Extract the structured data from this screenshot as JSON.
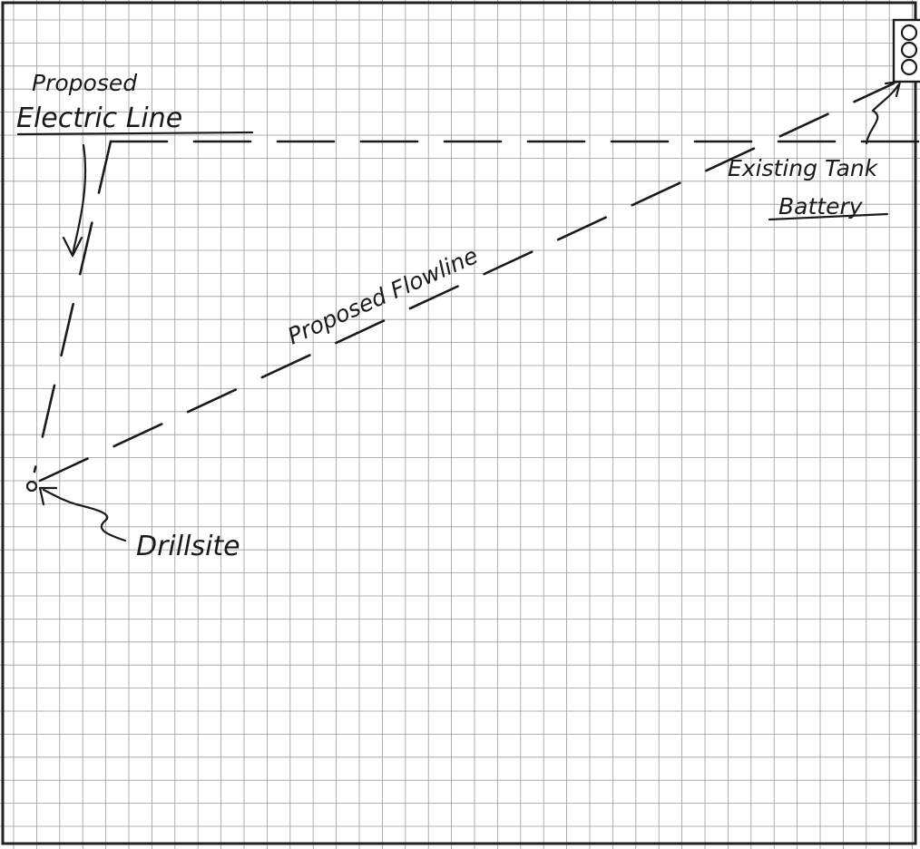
{
  "labels": {
    "electric_line_1": "Proposed",
    "electric_line_2": "Electric Line",
    "flowline": "Proposed Flowline",
    "tank_1": "Existing Tank",
    "tank_2": "Battery",
    "drillsite": "Drillsite"
  },
  "colors": {
    "ink": "#1a1a1a",
    "grid": "#9a9a9a",
    "paper": "#ffffff"
  },
  "icons": {
    "tank_battery": "three-stacked-circles-tank-icon",
    "drillsite": "small-circle-wellhead-icon"
  }
}
